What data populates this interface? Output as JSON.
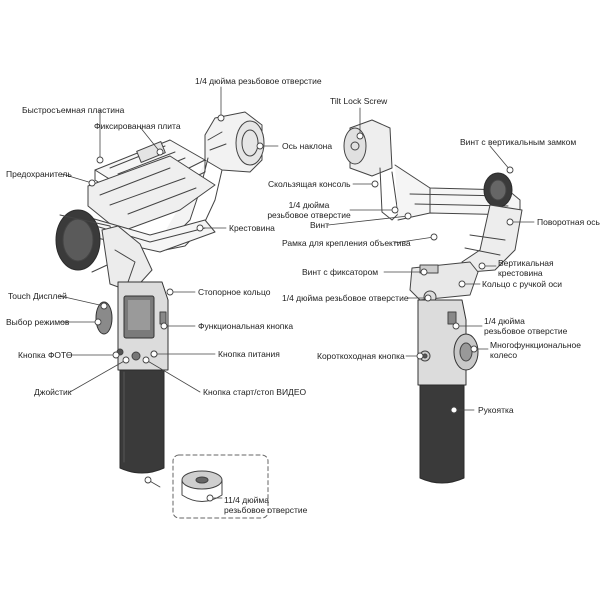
{
  "colors": {
    "line": "#444444",
    "body": "#555555",
    "dark": "#2b2b2b",
    "dot": "#555555",
    "text": "#222222"
  },
  "left_unit": {
    "labels": {
      "quarter_thread_top": "1/4 дюйма резьбовое отверстие",
      "quick_release_plate": "Быстросъемная пластина",
      "fixed_plate": "Фиксированная плита",
      "tilt_axis": "Ось наклона",
      "safety_lock": "Предохранитель",
      "crossarm": "Крестовина",
      "touch_display": "Touch Дисплей",
      "stop_ring": "Стопорное кольцо",
      "mode_select": "Выбор режимов",
      "function_button": "Функциональная кнопка",
      "photo_button": "Кнопка ФОТО",
      "power_button": "Кнопка питания",
      "joystick": "Джойстик",
      "video_button": "Кнопка старт/стоп ВИДЕО",
      "bottom_thread": "11/4 дюйма\nрезьбовое отверстие"
    }
  },
  "right_unit": {
    "labels": {
      "tilt_lock_screw": "Tilt Lock Screw",
      "vertical_lock_screw": "Винт с вертикальным замком",
      "sliding_console": "Скользящая консоль",
      "quarter_thread_mid": "1/4 дюйма\nрезьбовое отверстие",
      "screw": "Винт",
      "lens_mount_frame": "Рамка для крепления объектива",
      "swivel_knob": "Поворотная ось",
      "vertical_crossarm": "Вертикальная\nкрестовина",
      "retaining_screw": "Винт с фиксатором",
      "axis_knob_ring": "Кольцо с ручкой оси",
      "quarter_thread_left": "1/4 дюйма резьбовое отверстие",
      "quarter_thread_right": "1/4 дюйма\nрезьбовое отверстие",
      "multi_wheel": "Многофункциональное\nколесо",
      "shortcut_button": "Короткоходная кнопка",
      "handle": "Рукоятка"
    }
  }
}
